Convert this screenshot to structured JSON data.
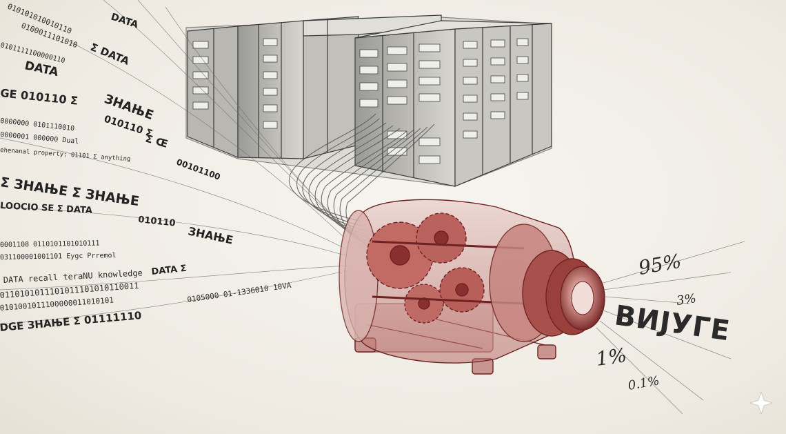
{
  "stream_text": {
    "s_data_top": "DATA",
    "s_bin_1": "010101010010110",
    "s_bin_2": "0100011101010",
    "s_bin_3": "0101111100000110",
    "s_sigma_data": "Σ DATA",
    "s_data": "DATA",
    "s_ge_bin": "GE 010110 Σ",
    "s_znanje_1": "ЗНАЊЕ",
    "s_bin_4": "0000000 0101110010",
    "s_bin_5": "010110 Σ",
    "s_bin_6": "0000001 000000 Dual",
    "s_sigma_le": "Σ Œ",
    "s_prop": "ehenanal property: 01101 Σ anything",
    "s_bin_7": "00101100",
    "s_znanje_sigma": "Σ ЗНАЊЕ Σ ЗНАЊЕ",
    "s_noise_1": "LOOCIO SE Σ DATA",
    "s_bin_8": "010110",
    "s_znanje_2": "ЗНАЊЕ",
    "s_bin_9": "0001108 0110101101010111",
    "s_bin_10": "031100001001101 Eygc Prremol",
    "s_data_recall": "DATA recall teraNU knowledge",
    "s_sigma": "DATA Σ",
    "s_bin_11": "0110101011101011101010110011",
    "s_bin_12": "0101001011100000011010101",
    "s_tail": "DGE ЗНАЊЕ Σ 01111110",
    "s_bin_13": "0105000 01-1336010 10VA"
  },
  "output_labels": {
    "pct_95": "95%",
    "pct_3": "3%",
    "word": "ВИЈУГЕ",
    "pct_1": "1%",
    "pct_01": "0.1%"
  },
  "colors": {
    "paper": "#f3f0ea",
    "ink": "#2b2b2b",
    "machine": "#8a2f2f",
    "machine_light": "#c78a86"
  }
}
